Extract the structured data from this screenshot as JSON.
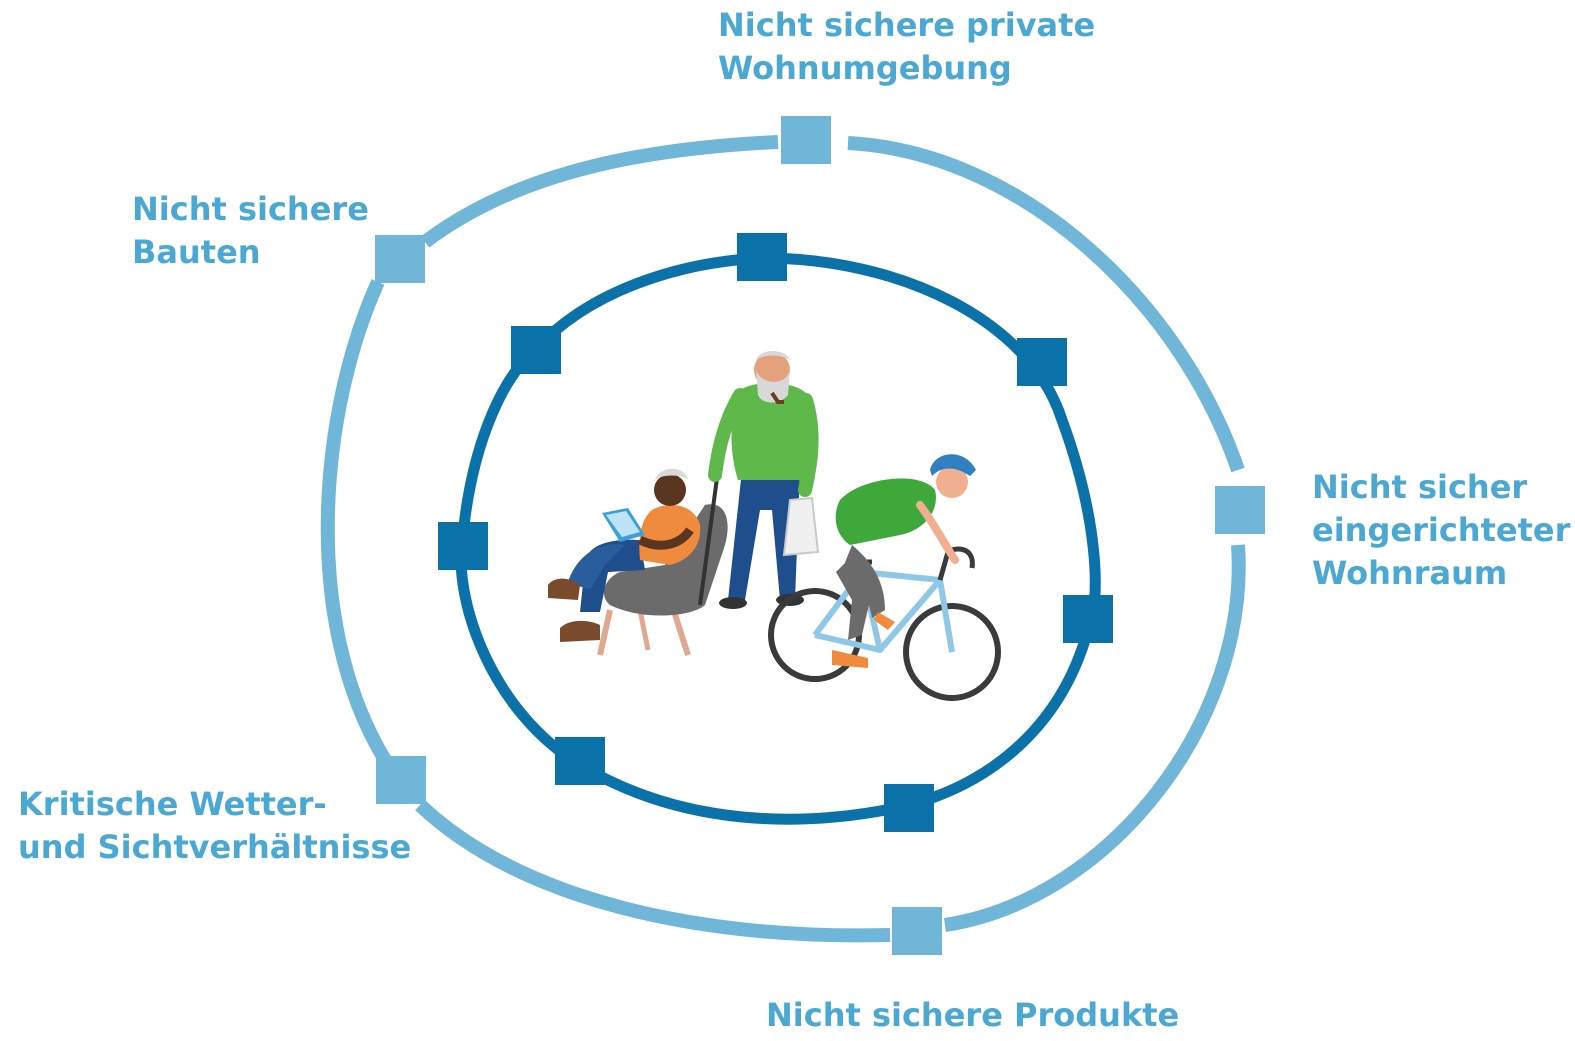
{
  "colors": {
    "outer_ring": "#6fb6d8",
    "inner_ring": "#0a72a8",
    "label_text": "#4aa8d2",
    "background": "#ffffff"
  },
  "labels": {
    "top": [
      "Nicht sichere private",
      "Wohnumgebung"
    ],
    "top_left": [
      "Nicht sichere",
      "Bauten"
    ],
    "right": [
      "Nicht sicher",
      "eingerichteter",
      "Wohnraum"
    ],
    "bottom_left": [
      "Kritische Wetter-",
      "und Sichtverhältnisse"
    ],
    "bottom": [
      "Nicht sichere Produkte"
    ]
  },
  "illustration": {
    "people": [
      "reading-woman-in-armchair-icon",
      "elderly-man-with-cane-icon",
      "cyclist-icon"
    ]
  }
}
